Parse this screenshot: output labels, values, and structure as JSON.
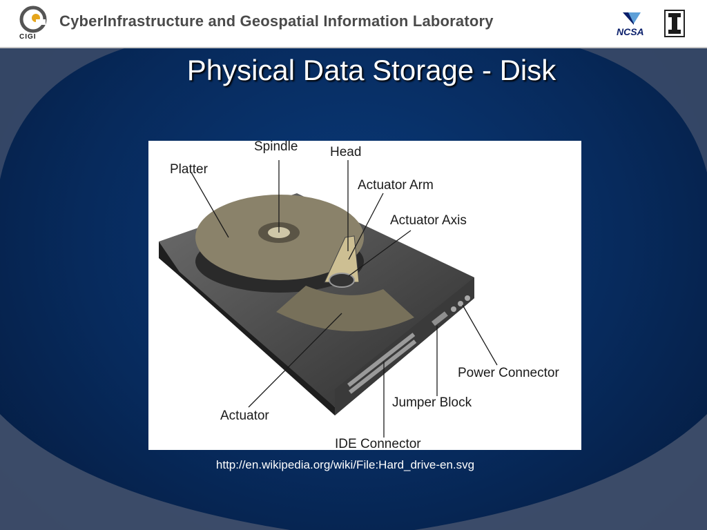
{
  "header": {
    "lab_name": "CyberInfrastructure and Geospatial Information Laboratory",
    "logo_left_text": "CIGI",
    "logo_right_text": "NCSA"
  },
  "slide": {
    "title": "Physical Data Storage - Disk",
    "caption": "http://en.wikipedia.org/wiki/File:Hard_drive-en.svg"
  },
  "diagram": {
    "labels": {
      "spindle": "Spindle",
      "head": "Head",
      "platter": "Platter",
      "actuator_arm": "Actuator Arm",
      "actuator_axis": "Actuator Axis",
      "power_connector": "Power Connector",
      "jumper_block": "Jumper Block",
      "actuator": "Actuator",
      "ide_connector": "IDE Connector"
    }
  },
  "colors": {
    "header_bg": "#ffffff",
    "slide_bg": "#072a5c",
    "title_text": "#ffffff",
    "platter": "#8a826a",
    "drive_body": "#3a3a3a"
  }
}
